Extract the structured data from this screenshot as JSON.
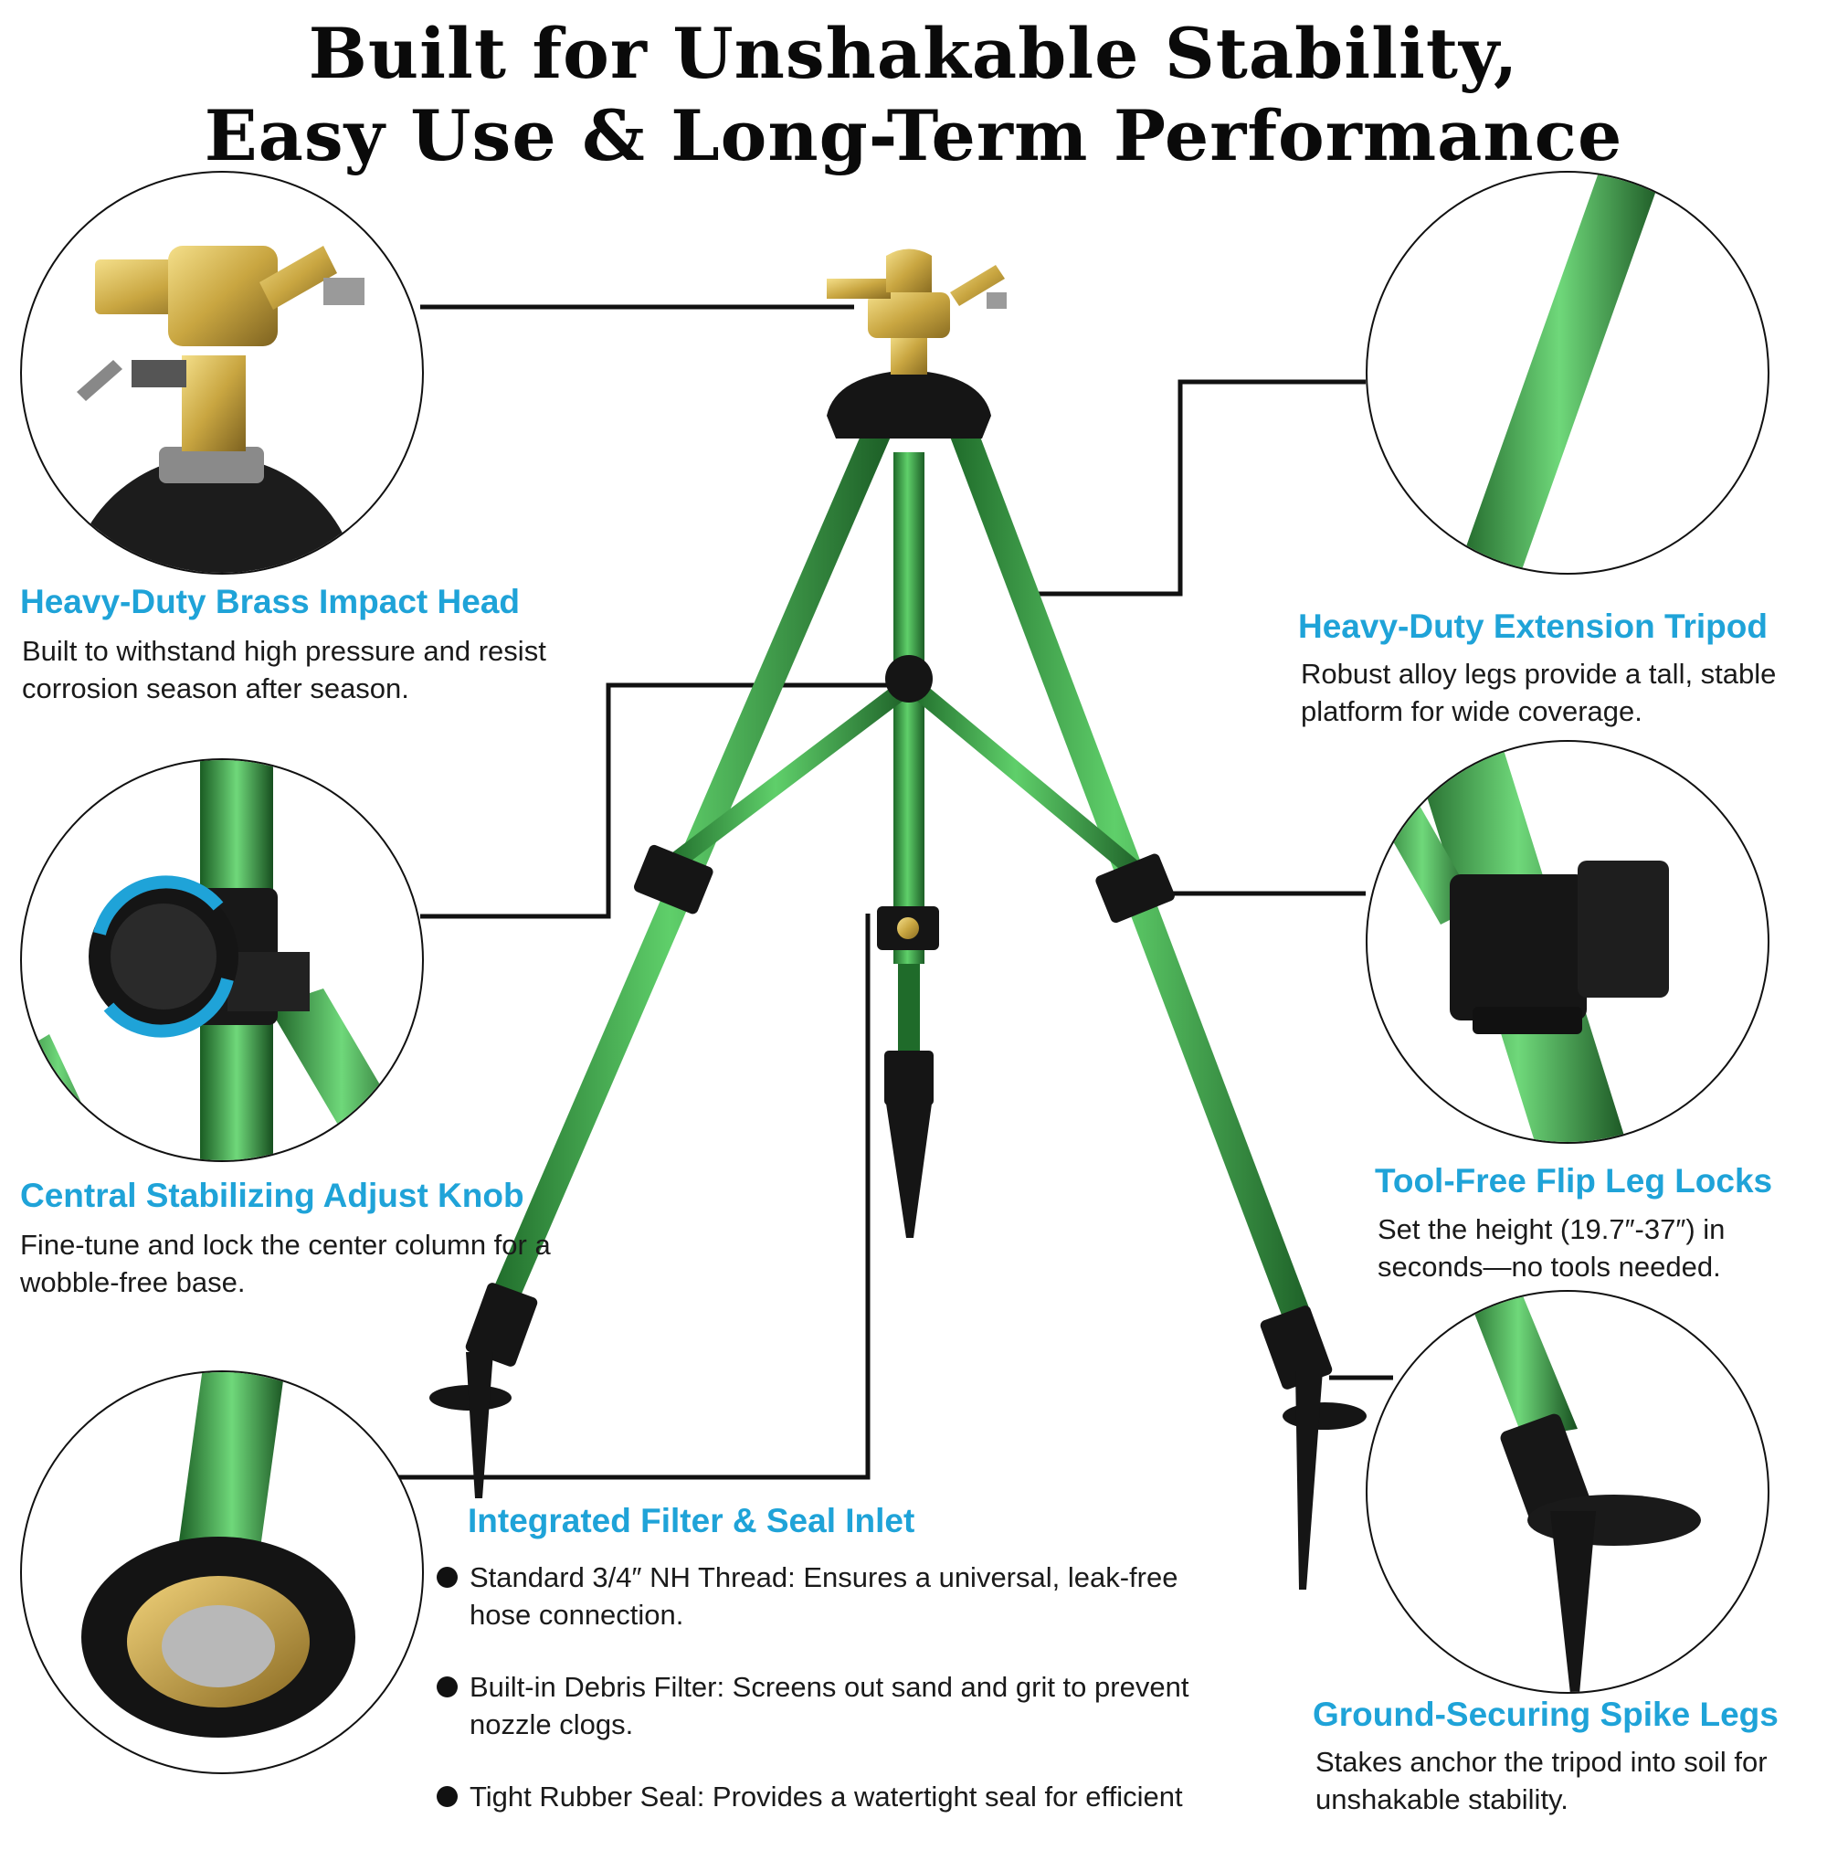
{
  "title": {
    "line1": "Built for Unshakable Stability,",
    "line2": "Easy Use & Long-Term Performance"
  },
  "features": {
    "impact_head": {
      "heading": "Heavy-Duty Brass Impact Head",
      "desc_1": "Built to withstand high pressure and resist",
      "desc_2": "corrosion season after season."
    },
    "tripod": {
      "heading": "Heavy-Duty Extension Tripod",
      "desc_1": "Robust alloy legs provide a tall, stable",
      "desc_2": "platform for wide coverage."
    },
    "knob": {
      "heading": "Central Stabilizing Adjust Knob",
      "desc_1": "Fine-tune and lock the center column for a",
      "desc_2": "wobble-free base."
    },
    "leg_locks": {
      "heading": "Tool-Free Flip Leg Locks",
      "desc_1": "Set the height (19.7″-37″) in",
      "desc_2": "seconds—no tools needed."
    },
    "inlet": {
      "heading": "Integrated Filter & Seal Inlet",
      "bullets": [
        {
          "line1": "Standard 3/4″ NH Thread: Ensures a universal, leak-free",
          "line2": "hose connection."
        },
        {
          "line1": "Built-in Debris Filter: Screens out sand and grit to prevent",
          "line2": "nozzle clogs."
        },
        {
          "line1": "Tight Rubber Seal: Provides a watertight seal for efficient",
          "line2": ""
        }
      ]
    },
    "spikes": {
      "heading": "Ground-Securing Spike Legs",
      "desc_1": "Stakes anchor the tripod into soil for",
      "desc_2": "unshakable stability."
    }
  },
  "colors": {
    "accent": "#1fa3d8",
    "leg_green": "#2e8b3a",
    "brass": "#c9a641"
  }
}
